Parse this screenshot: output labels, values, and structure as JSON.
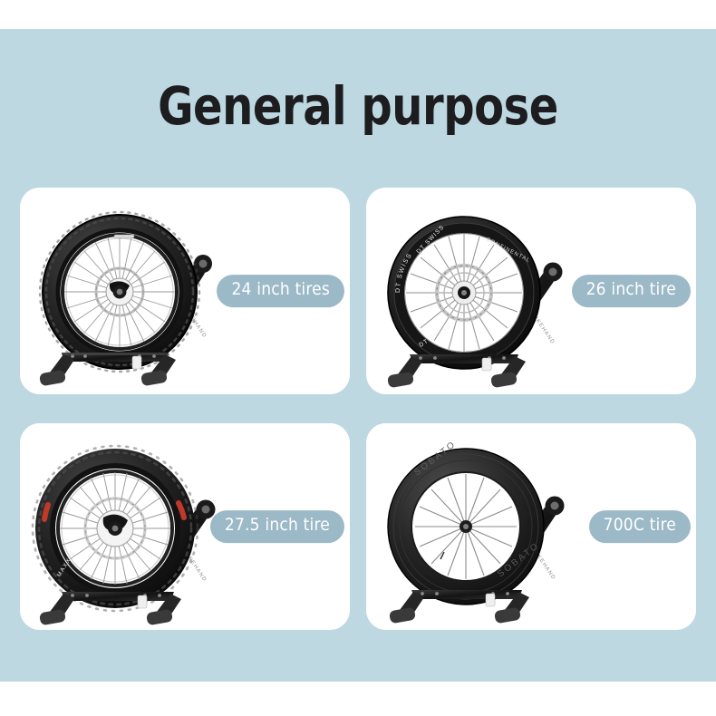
{
  "page": {
    "title": "General purpose",
    "background_color": "#bdd8e1",
    "band_color": "#ffffff",
    "card_color": "#ffffff",
    "title_color": "#1d1d1f",
    "pill_color": "#9cb9c7",
    "pill_text_color": "#ffffff"
  },
  "cards": [
    {
      "id": "card-24",
      "label": "24 inch tires",
      "photo_alt": "Bicycle wheel with knobby tire mounted upright on a black folding wheel stand",
      "wheel": {
        "style": "mtb",
        "tire_width": 17,
        "spokes": 28,
        "has_disc_rotor": true,
        "rim_text": "",
        "accent_color": "#1b1b1b"
      }
    },
    {
      "id": "card-26",
      "label": "26 inch tire",
      "photo_alt": "Road bicycle wheel with deep rim mounted on a black folding wheel stand",
      "wheel": {
        "style": "road",
        "tire_width": 13,
        "spokes": 24,
        "has_disc_rotor": true,
        "rim_text": "DT SWISS",
        "tire_text": "CONTINENTAL",
        "accent_color": "#1b1b1b"
      }
    },
    {
      "id": "card-275",
      "label": "27.5 inch tire",
      "photo_alt": "Mountain bike wheel with knobby tire and red rim accents on a black folding wheel stand",
      "wheel": {
        "style": "mtb",
        "tire_width": 19,
        "spokes": 28,
        "has_disc_rotor": true,
        "rim_text": "",
        "accent_color": "#c0392b"
      }
    },
    {
      "id": "card-700c",
      "label": "700C tire",
      "photo_alt": "Deep section carbon road wheel mounted on a black folding wheel stand",
      "wheel": {
        "style": "carbon-deep",
        "tire_width": 11,
        "spokes": 18,
        "has_disc_rotor": false,
        "rim_text": "",
        "accent_color": "#2a2a2a"
      }
    }
  ]
}
